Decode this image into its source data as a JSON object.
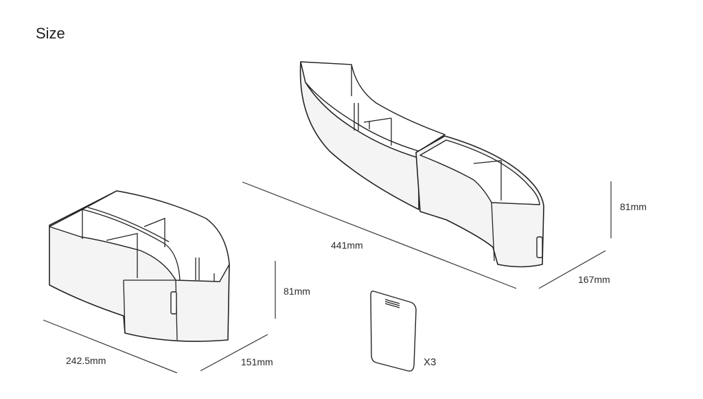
{
  "title": "Size",
  "large_organizer": {
    "length": "441mm",
    "height": "81mm",
    "depth": "167mm"
  },
  "small_organizer": {
    "length": "242.5mm",
    "height": "81mm",
    "depth": "151mm"
  },
  "insert_card": {
    "quantity": "X3"
  }
}
